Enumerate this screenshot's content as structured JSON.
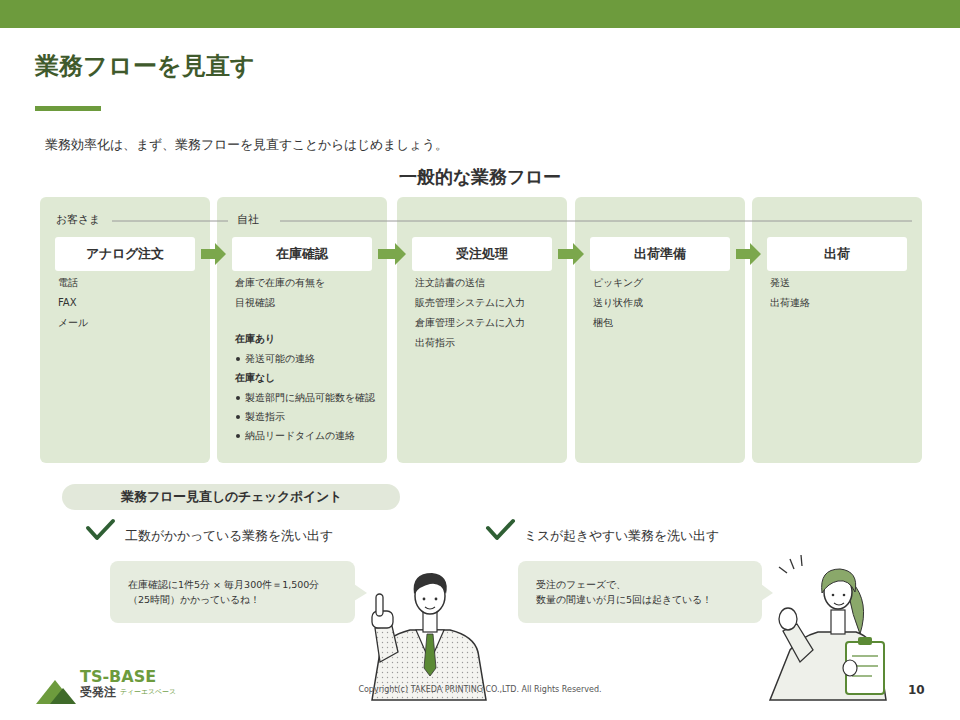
{
  "diagram": {
    "title": "業務フローを見直す",
    "nodes": [
      {
        "text": [
          "電話",
          "FAX",
          "メール"
        ]
      },
      {
        "text": [
          "アナログ注文"
        ],
        "in": 0
      },
      {
        "text": [
          "倉庫で在庫の有無を 目視確認",
          "在庫あり",
          "発送可能の連絡",
          "在庫なし",
          "製造部門に納品可能数を確認",
          "製造指示",
          "納品リードタイムの連絡"
        ]
      },
      {
        "text": [
          "在庫確認"
        ],
        "in": 2
      },
      {
        "text": [
          "注文請書の送信",
          "販売管理システムに入力",
          "倉庫管理システムに入力",
          "出荷指示"
        ]
      },
      {
        "text": [
          "受注処理"
        ],
        "in": 4
      },
      {
        "text": [
          "ピッキング",
          "送り状作成",
          "梱包"
        ]
      },
      {
        "text": [
          "出荷準備"
        ],
        "in": 6
      },
      {
        "text": [
          "発送",
          "出荷連絡"
        ]
      },
      {
        "text": [
          "出荷"
        ],
        "in": 8
      },
      {
        "text": [
          "業務フロー見直しのチェックポイント"
        ]
      },
      {
        "text": [
          "在庫確認に1件5分 × 毎月300件＝1,500分 （25時間）かかっているね！"
        ]
      },
      {
        "text": [
          "受注のフェーズで、 数量の間違いが月に5回は起きている！"
        ]
      }
    ],
    "edges": [
      {
        "from": 1,
        "to": 3,
        "arrow": "to"
      },
      {
        "from": 3,
        "to": 5,
        "arrow": "to"
      },
      {
        "from": 5,
        "to": 7,
        "arrow": "to"
      },
      {
        "from": 7,
        "to": 9,
        "arrow": "to"
      }
    ],
    "labels": [
      "業務効率化は、まず、業務フローを見直すことからはじめましょう。",
      "一般的な業務フロー",
      "お客さま",
      "自社",
      "工数がかかっている業務を洗い出す",
      "ミスが起きやすい業務を洗い出す",
      "TS-BASE",
      "受発注",
      "ティーエスベース",
      "Copyright(c) TAKEDA PRINTING CO.,LTD. All Rights Reserved.",
      "10"
    ]
  }
}
